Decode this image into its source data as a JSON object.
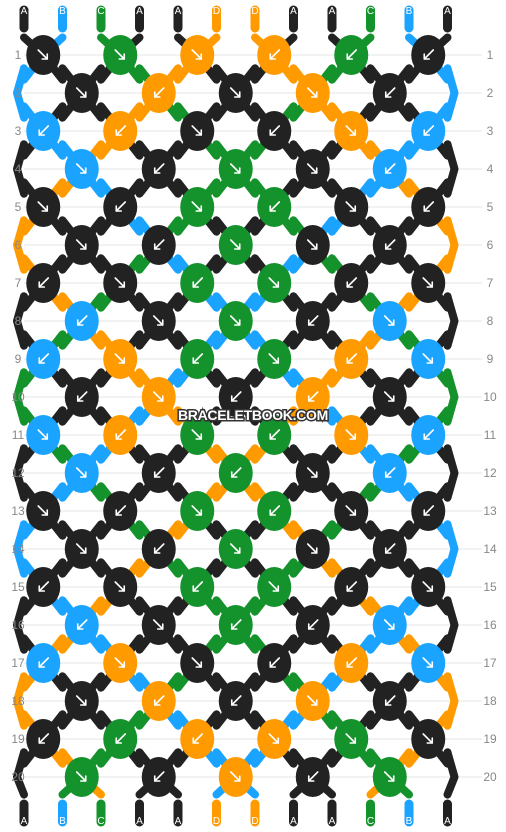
{
  "watermark": "BRACELETBOOK.COM",
  "colors": {
    "A": "#222222",
    "B": "#1aa3ff",
    "C": "#14922c",
    "D": "#ff9a00"
  },
  "strands_top": [
    "A",
    "B",
    "C",
    "A",
    "A",
    "D",
    "D",
    "A",
    "A",
    "C",
    "B",
    "A"
  ],
  "strands_bottom": [
    "A",
    "B",
    "C",
    "A",
    "A",
    "D",
    "D",
    "A",
    "A",
    "C",
    "B",
    "A"
  ],
  "row_labels": [
    "1",
    "2",
    "3",
    "4",
    "5",
    "6",
    "7",
    "8",
    "9",
    "10",
    "11",
    "12",
    "13",
    "14",
    "15",
    "16",
    "17",
    "18",
    "19",
    "20"
  ],
  "knots": [
    [
      "A",
      "C",
      "D",
      "D",
      "C",
      "A"
    ],
    [
      "A",
      "D",
      "A",
      "D",
      "A"
    ],
    [
      "B",
      "D",
      "A",
      "A",
      "D",
      "B"
    ],
    [
      "B",
      "A",
      "C",
      "A",
      "B"
    ],
    [
      "A",
      "A",
      "C",
      "C",
      "A",
      "A"
    ],
    [
      "A",
      "A",
      "C",
      "A",
      "A"
    ],
    [
      "A",
      "A",
      "C",
      "C",
      "A",
      "A"
    ],
    [
      "B",
      "A",
      "C",
      "A",
      "B"
    ],
    [
      "B",
      "D",
      "C",
      "C",
      "D",
      "B"
    ],
    [
      "A",
      "D",
      "A",
      "D",
      "A"
    ],
    [
      "B",
      "D",
      "C",
      "C",
      "D",
      "B"
    ],
    [
      "B",
      "A",
      "C",
      "A",
      "B"
    ],
    [
      "A",
      "A",
      "C",
      "C",
      "A",
      "A"
    ],
    [
      "A",
      "A",
      "C",
      "A",
      "A"
    ],
    [
      "A",
      "A",
      "C",
      "C",
      "A",
      "A"
    ],
    [
      "B",
      "A",
      "C",
      "A",
      "B"
    ],
    [
      "B",
      "D",
      "A",
      "A",
      "D",
      "B"
    ],
    [
      "A",
      "D",
      "A",
      "D",
      "A"
    ],
    [
      "A",
      "C",
      "D",
      "D",
      "C",
      "A"
    ],
    [
      "C",
      "A",
      "D",
      "A",
      "C"
    ]
  ],
  "arrows": [
    [
      "se",
      "se",
      "se",
      "sw",
      "sw",
      "sw"
    ],
    [
      "se",
      "sw",
      "se",
      "se",
      "sw"
    ],
    [
      "sw",
      "sw",
      "se",
      "sw",
      "se",
      "sw"
    ],
    [
      "se",
      "sw",
      "se",
      "se",
      "sw"
    ],
    [
      "se",
      "sw",
      "se",
      "sw",
      "se",
      "sw"
    ],
    [
      "se",
      "sw",
      "se",
      "se",
      "sw"
    ],
    [
      "sw",
      "se",
      "sw",
      "se",
      "sw",
      "se"
    ],
    [
      "sw",
      "se",
      "se",
      "sw",
      "se"
    ],
    [
      "sw",
      "se",
      "sw",
      "se",
      "sw",
      "se"
    ],
    [
      "sw",
      "se",
      "sw",
      "sw",
      "se"
    ],
    [
      "se",
      "sw",
      "se",
      "sw",
      "se",
      "sw"
    ],
    [
      "se",
      "sw",
      "sw",
      "se",
      "sw"
    ],
    [
      "se",
      "sw",
      "se",
      "sw",
      "se",
      "sw"
    ],
    [
      "se",
      "sw",
      "se",
      "se",
      "sw"
    ],
    [
      "sw",
      "se",
      "sw",
      "se",
      "sw",
      "se"
    ],
    [
      "sw",
      "se",
      "sw",
      "sw",
      "se"
    ],
    [
      "sw",
      "se",
      "se",
      "sw",
      "sw",
      "se"
    ],
    [
      "se",
      "sw",
      "sw",
      "se",
      "sw"
    ],
    [
      "sw",
      "sw",
      "sw",
      "se",
      "se",
      "se"
    ],
    [
      "se",
      "sw",
      "se",
      "sw",
      "se"
    ]
  ]
}
